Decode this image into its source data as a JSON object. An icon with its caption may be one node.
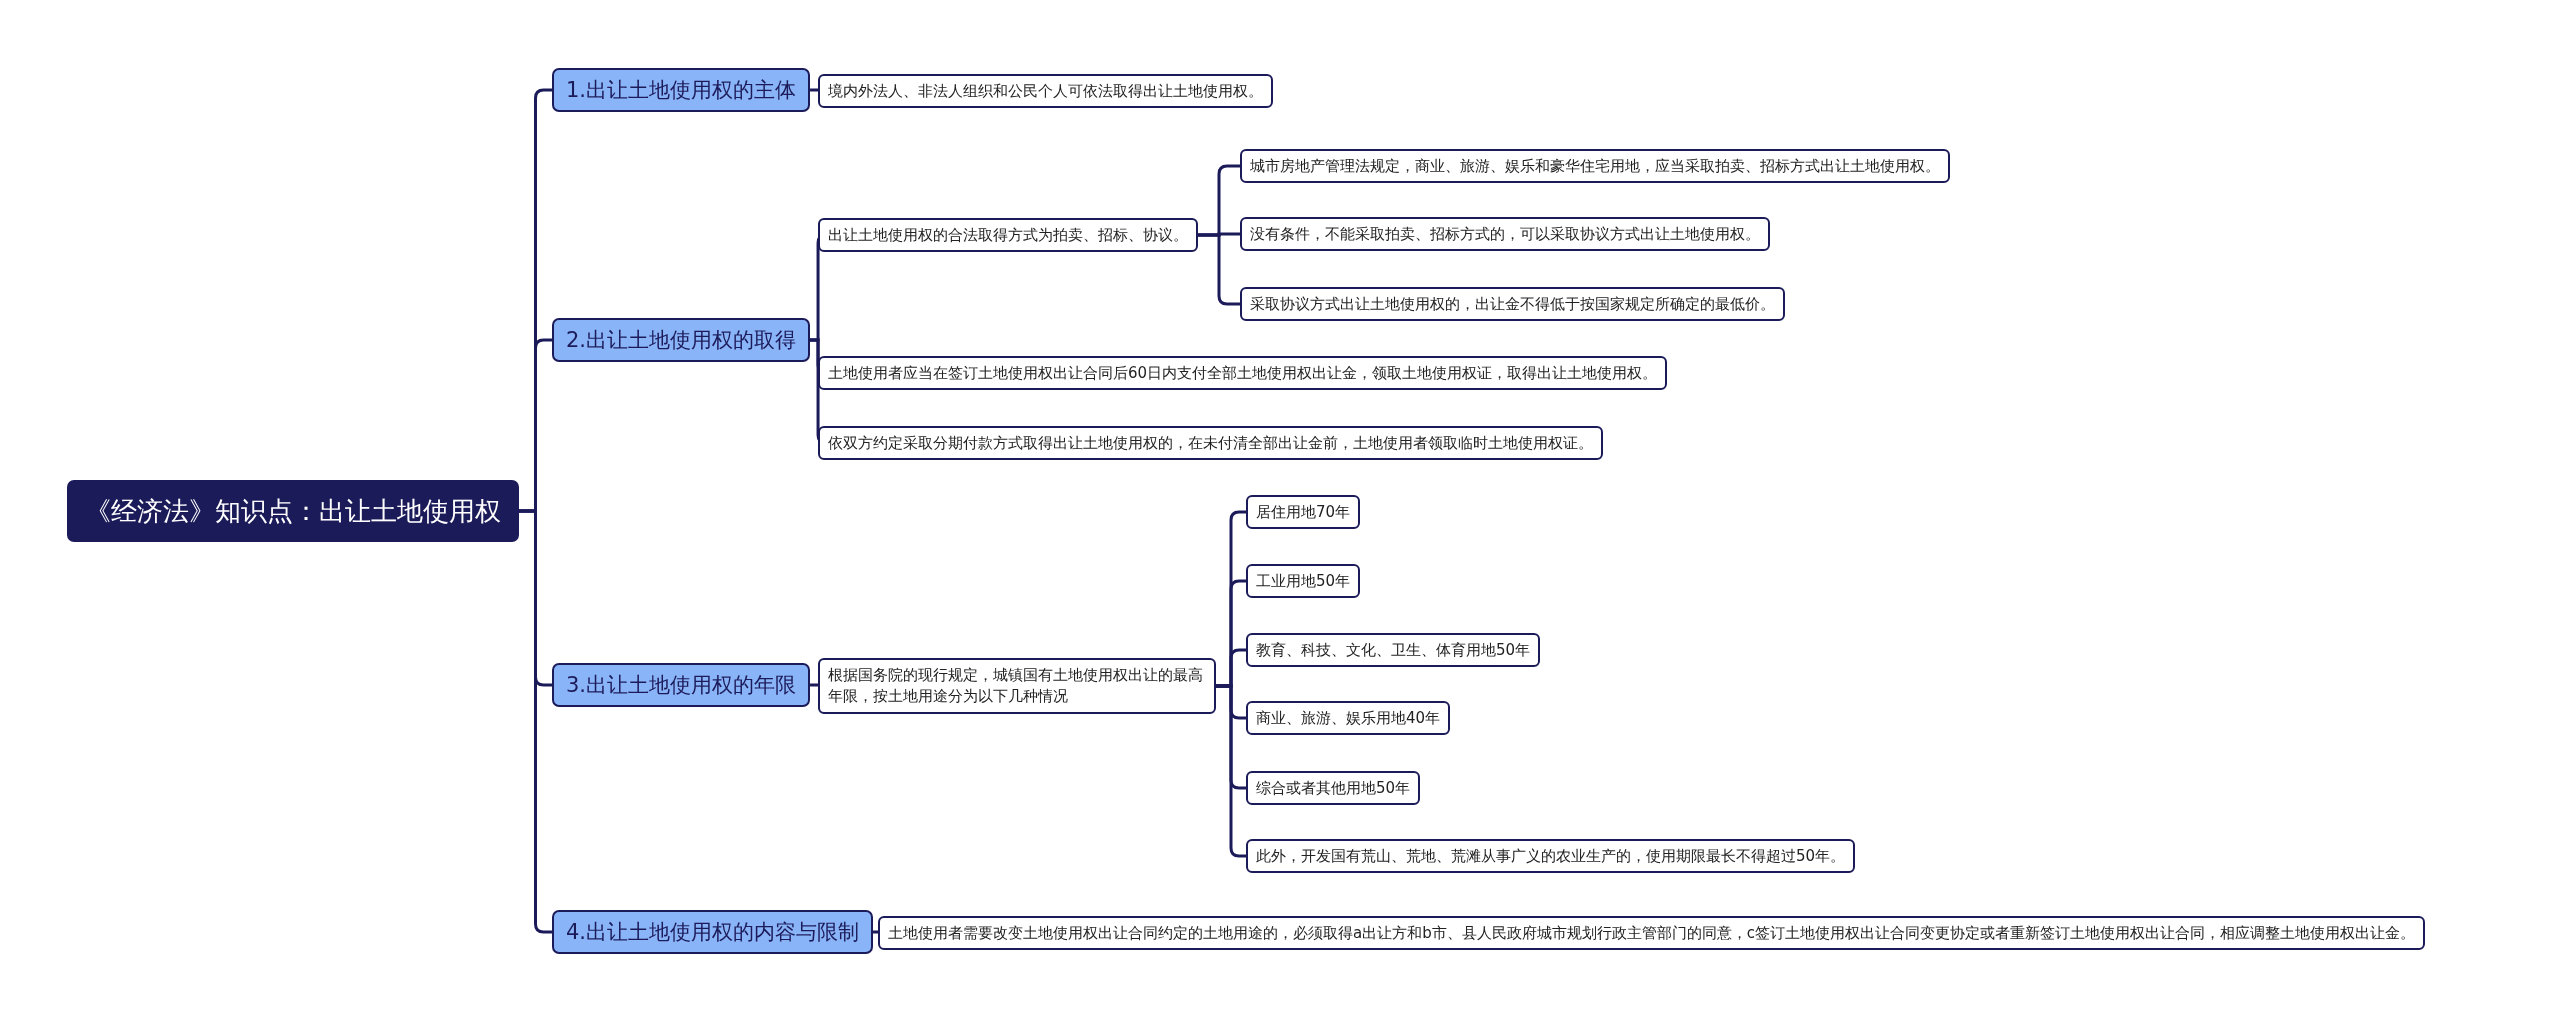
{
  "diagram": {
    "nodes": [
      {
        "text": [
          "《经济法》知识点：出让土地使用权"
        ]
      },
      {
        "text": [
          "1.出让土地使用权的主体"
        ]
      },
      {
        "text": [
          "境内外法人、非法人组织和公民个人可依法取得出让土地使用权。"
        ]
      },
      {
        "text": [
          "2.出让土地使用权的取得"
        ]
      },
      {
        "text": [
          "出让土地使用权的合法取得方式为拍卖、招标、协议。"
        ]
      },
      {
        "text": [
          "城市房地产管理法规定，商业、旅游、娱乐和豪华住宅用地，应当采取拍卖、招标方式出让土地使用权。"
        ]
      },
      {
        "text": [
          "没有条件，不能采取拍卖、招标方式的，可以采取协议方式出让土地使用权。"
        ]
      },
      {
        "text": [
          "采取协议方式出让土地使用权的，出让金不得低于按国家规定所确定的最低价。"
        ]
      },
      {
        "text": [
          "土地使用者应当在签订土地使用权出让合同后60日内支付全部土地使用权出让金，领取土地使用权证，取得出让土地使用权。"
        ]
      },
      {
        "text": [
          "依双方约定采取分期付款方式取得出让土地使用权的，在未付清全部出让金前，土地使用者领取临时土地使用权证。"
        ]
      },
      {
        "text": [
          "3.出让土地使用权的年限"
        ]
      },
      {
        "text": [
          "根据国务院的现行规定，城镇国有土地使用权出让的最高年限，按土地用途分为以下几种情况"
        ]
      },
      {
        "text": [
          "居住用地70年"
        ]
      },
      {
        "text": [
          "工业用地50年"
        ]
      },
      {
        "text": [
          "教育、科技、文化、卫生、体育用地50年"
        ]
      },
      {
        "text": [
          "商业、旅游、娱乐用地40年"
        ]
      },
      {
        "text": [
          "综合或者其他用地50年"
        ]
      },
      {
        "text": [
          "此外，开发国有荒山、荒地、荒滩从事广义的农业生产的，使用期限最长不得超过50年。"
        ]
      },
      {
        "text": [
          "4.出让土地使用权的内容与限制"
        ]
      },
      {
        "text": [
          "土地使用者需要改变土地使用权出让合同约定的土地用途的，必须取得a出让方和b市、县人民政府城市规划行政主管部门的同意，c签订土地使用权出让合同变更协定或者重新签订土地使用权出让合同，相应调整土地使用权出让金。"
        ]
      }
    ],
    "edges": [
      {
        "from": 0,
        "to": 1,
        "arrow": "none"
      },
      {
        "from": 0,
        "to": 3,
        "arrow": "none"
      },
      {
        "from": 0,
        "to": 10,
        "arrow": "none"
      },
      {
        "from": 0,
        "to": 18,
        "arrow": "none"
      },
      {
        "from": 1,
        "to": 2,
        "arrow": "none"
      },
      {
        "from": 3,
        "to": 4,
        "arrow": "none"
      },
      {
        "from": 4,
        "to": 5,
        "arrow": "none"
      },
      {
        "from": 4,
        "to": 6,
        "arrow": "none"
      },
      {
        "from": 4,
        "to": 7,
        "arrow": "none"
      },
      {
        "from": 3,
        "to": 8,
        "arrow": "none"
      },
      {
        "from": 3,
        "to": 9,
        "arrow": "none"
      },
      {
        "from": 10,
        "to": 11,
        "arrow": "none"
      },
      {
        "from": 11,
        "to": 12,
        "arrow": "none"
      },
      {
        "from": 11,
        "to": 13,
        "arrow": "none"
      },
      {
        "from": 11,
        "to": 14,
        "arrow": "none"
      },
      {
        "from": 11,
        "to": 15,
        "arrow": "none"
      },
      {
        "from": 11,
        "to": 16,
        "arrow": "none"
      },
      {
        "from": 11,
        "to": 17,
        "arrow": "none"
      },
      {
        "from": 18,
        "to": 19,
        "arrow": "none"
      }
    ]
  }
}
